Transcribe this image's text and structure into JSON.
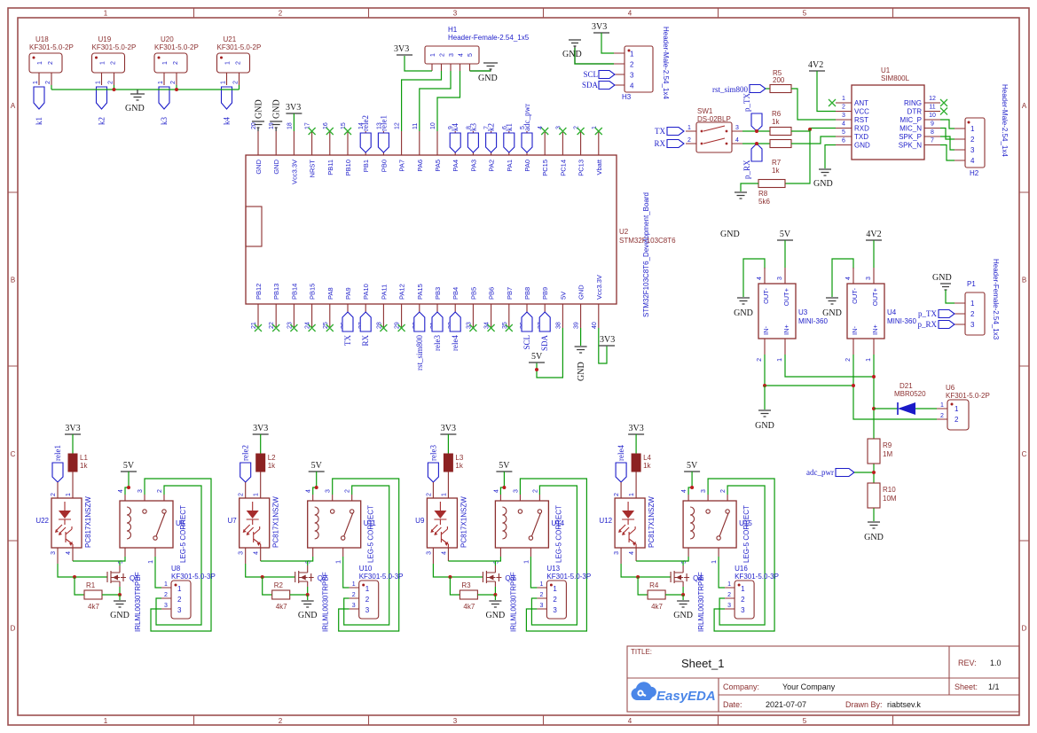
{
  "border": {
    "cols": [
      "1",
      "2",
      "3",
      "4",
      "5"
    ],
    "rows": [
      "A",
      "B",
      "C",
      "D"
    ]
  },
  "power": {
    "v33": "3V3",
    "v5": "5V",
    "v42": "4V2",
    "gnd": "GND"
  },
  "shared": {
    "p1": "1",
    "p2": "2",
    "p3": "3",
    "p4": "4",
    "p5": "5"
  },
  "nets": {
    "k1": "k1",
    "k2": "k2",
    "k3": "k3",
    "k4": "k4",
    "rele1": "rele1",
    "rele2": "rele2",
    "rele3": "rele3",
    "rele4": "rele4",
    "adc_pwr": "adc_pwr",
    "tx": "TX",
    "rx": "RX",
    "ptx": "p_TX",
    "prx": "p_RX",
    "scl": "SCL",
    "sda": "SDA",
    "rst": "rst_sim800"
  },
  "kf_connectors": [
    {
      "ref": "U18",
      "part": "KF301-5.0-2P",
      "net": "k1"
    },
    {
      "ref": "U19",
      "part": "KF301-5.0-2P",
      "net": "k2"
    },
    {
      "ref": "U20",
      "part": "KF301-5.0-2P",
      "net": "k3"
    },
    {
      "ref": "U21",
      "part": "KF301-5.0-2P",
      "net": "k4"
    }
  ],
  "h1": {
    "ref": "H1",
    "part": "Header-Female-2.54_1x5"
  },
  "h3": {
    "ref": "H3",
    "part": "Header-Male-2.54_1x4"
  },
  "h2": {
    "ref": "H2",
    "part": "Header-Male-2.54_1x4"
  },
  "p1": {
    "ref": "P1",
    "part": "Header-Female-2.54_1x3"
  },
  "chip": {
    "ref": "U2",
    "part": "STM32F103C8T6",
    "board": "STM32F103C8T6_Development_Board",
    "top": [
      {
        "n": "20",
        "name": "GND"
      },
      {
        "n": "19",
        "name": "GND"
      },
      {
        "n": "18",
        "name": "Vcc3.3V"
      },
      {
        "n": "17",
        "name": "NRST"
      },
      {
        "n": "16",
        "name": "PB11"
      },
      {
        "n": "15",
        "name": "PB10"
      },
      {
        "n": "14",
        "name": "PB1"
      },
      {
        "n": "13",
        "name": "PB0"
      },
      {
        "n": "12",
        "name": "PA7"
      },
      {
        "n": "11",
        "name": "PA6"
      },
      {
        "n": "10",
        "name": "PA5"
      },
      {
        "n": "9",
        "name": "PA4"
      },
      {
        "n": "8",
        "name": "PA3"
      },
      {
        "n": "7",
        "name": "PA2"
      },
      {
        "n": "6",
        "name": "PA1"
      },
      {
        "n": "5",
        "name": "PA0"
      },
      {
        "n": "4",
        "name": "PC15"
      },
      {
        "n": "3",
        "name": "PC14"
      },
      {
        "n": "2",
        "name": "PC13"
      },
      {
        "n": "1",
        "name": "Vbatt"
      }
    ],
    "bottom": [
      {
        "n": "21",
        "name": "PB12"
      },
      {
        "n": "22",
        "name": "PB13"
      },
      {
        "n": "23",
        "name": "PB14"
      },
      {
        "n": "24",
        "name": "PB15"
      },
      {
        "n": "25",
        "name": "PA8"
      },
      {
        "n": "26",
        "name": "PA9"
      },
      {
        "n": "27",
        "name": "PA10"
      },
      {
        "n": "28",
        "name": "PA11"
      },
      {
        "n": "29",
        "name": "PA12"
      },
      {
        "n": "30",
        "name": "PA15"
      },
      {
        "n": "31",
        "name": "PB3"
      },
      {
        "n": "32",
        "name": "PB4"
      },
      {
        "n": "33",
        "name": "PB5"
      },
      {
        "n": "34",
        "name": "PB6"
      },
      {
        "n": "35",
        "name": "PB7"
      },
      {
        "n": "36",
        "name": "PB8"
      },
      {
        "n": "37",
        "name": "PB9"
      },
      {
        "n": "38",
        "name": "5V"
      },
      {
        "n": "39",
        "name": "GND"
      },
      {
        "n": "40",
        "name": "Vcc3.3V"
      }
    ]
  },
  "sim": {
    "ref": "U1",
    "part": "SIM800L",
    "left": [
      {
        "n": "1",
        "name": "ANT"
      },
      {
        "n": "2",
        "name": "VCC"
      },
      {
        "n": "3",
        "name": "RST"
      },
      {
        "n": "4",
        "name": "RXD"
      },
      {
        "n": "5",
        "name": "TXD"
      },
      {
        "n": "6",
        "name": "GND"
      }
    ],
    "right": [
      {
        "n": "12",
        "name": "RING"
      },
      {
        "n": "11",
        "name": "DTR"
      },
      {
        "n": "10",
        "name": "MIC_P"
      },
      {
        "n": "9",
        "name": "MIC_N"
      },
      {
        "n": "8",
        "name": "SPK_P"
      },
      {
        "n": "7",
        "name": "SPK_N"
      }
    ]
  },
  "sw1": {
    "ref": "SW1",
    "part": "DS-02BLP"
  },
  "resistors": {
    "r5": {
      "ref": "R5",
      "val": "200"
    },
    "r6": {
      "ref": "R6",
      "val": "1k"
    },
    "r7": {
      "ref": "R7",
      "val": "1k"
    },
    "r8": {
      "ref": "R8",
      "val": "5k6"
    },
    "r9": {
      "ref": "R9",
      "val": "1M"
    },
    "r10": {
      "ref": "R10",
      "val": "10M"
    }
  },
  "diode": {
    "ref": "D21",
    "part": "MBR0520"
  },
  "u6": {
    "ref": "U6",
    "part": "KF301-5.0-2P"
  },
  "dcdc": [
    {
      "ref": "U3",
      "part": "MINI-360",
      "pwr": "5V"
    },
    {
      "ref": "U4",
      "part": "MINI-360",
      "pwr": "4V2"
    }
  ],
  "dcdc_pins": {
    "outm": "OUT-",
    "outp": "OUT+",
    "inm": "IN-",
    "inp": "IN+",
    "n4": "4",
    "n3": "3",
    "n2": "2",
    "n1": "1"
  },
  "relay_blocks": [
    {
      "rele": "rele1",
      "l_ref": "L1",
      "l_val": "1k",
      "opto_ref": "U22",
      "opto_part": "PC817X1NSZW",
      "q_ref": "Q1",
      "q_part": "IRLML0030TRPBF",
      "r_ref": "R1",
      "r_val": "4k7",
      "relay_ref": "U5",
      "relay_part": "LEG-5 CORRECT",
      "conn_ref": "U8",
      "conn_part": "KF301-5.0-3P"
    },
    {
      "rele": "rele2",
      "l_ref": "L2",
      "l_val": "1k",
      "opto_ref": "U7",
      "opto_part": "PC817X1NSZW",
      "q_ref": "Q2",
      "q_part": "IRLML0030TRPBF",
      "r_ref": "R2",
      "r_val": "4k7",
      "relay_ref": "U11",
      "relay_part": "LEG-5 CORRECT",
      "conn_ref": "U10",
      "conn_part": "KF301-5.0-3P"
    },
    {
      "rele": "rele3",
      "l_ref": "L3",
      "l_val": "1k",
      "opto_ref": "U9",
      "opto_part": "PC817X1NSZW",
      "q_ref": "Q3",
      "q_part": "IRLML0030TRPBF",
      "r_ref": "R3",
      "r_val": "4k7",
      "relay_ref": "U14",
      "relay_part": "LEG-5 CORRECT",
      "conn_ref": "U13",
      "conn_part": "KF301-5.0-3P"
    },
    {
      "rele": "rele4",
      "l_ref": "L4",
      "l_val": "1k",
      "opto_ref": "U12",
      "opto_part": "PC817X1NSZW",
      "q_ref": "Q4",
      "q_part": "IRLML0030TRPBF",
      "r_ref": "R4",
      "r_val": "4k7",
      "relay_ref": "U15",
      "relay_part": "LEG-5 CORRECT",
      "conn_ref": "U16",
      "conn_part": "KF301-5.0-3P"
    }
  ],
  "title_block": {
    "title_label": "TITLE:",
    "title": "Sheet_1",
    "rev_label": "REV:",
    "rev": "1.0",
    "company_label": "Company:",
    "company": "Your Company",
    "sheet_label": "Sheet:",
    "sheet": "1/1",
    "date_label": "Date:",
    "date": "2021-07-07",
    "drawn_label": "Drawn By:",
    "drawn": "riabtsev.k",
    "logo": "EasyEDA"
  }
}
